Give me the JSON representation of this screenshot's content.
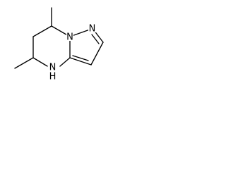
{
  "molecule": {
    "atoms": {
      "n1": "N",
      "n2": "N",
      "n4": "N",
      "h4": "H"
    }
  }
}
